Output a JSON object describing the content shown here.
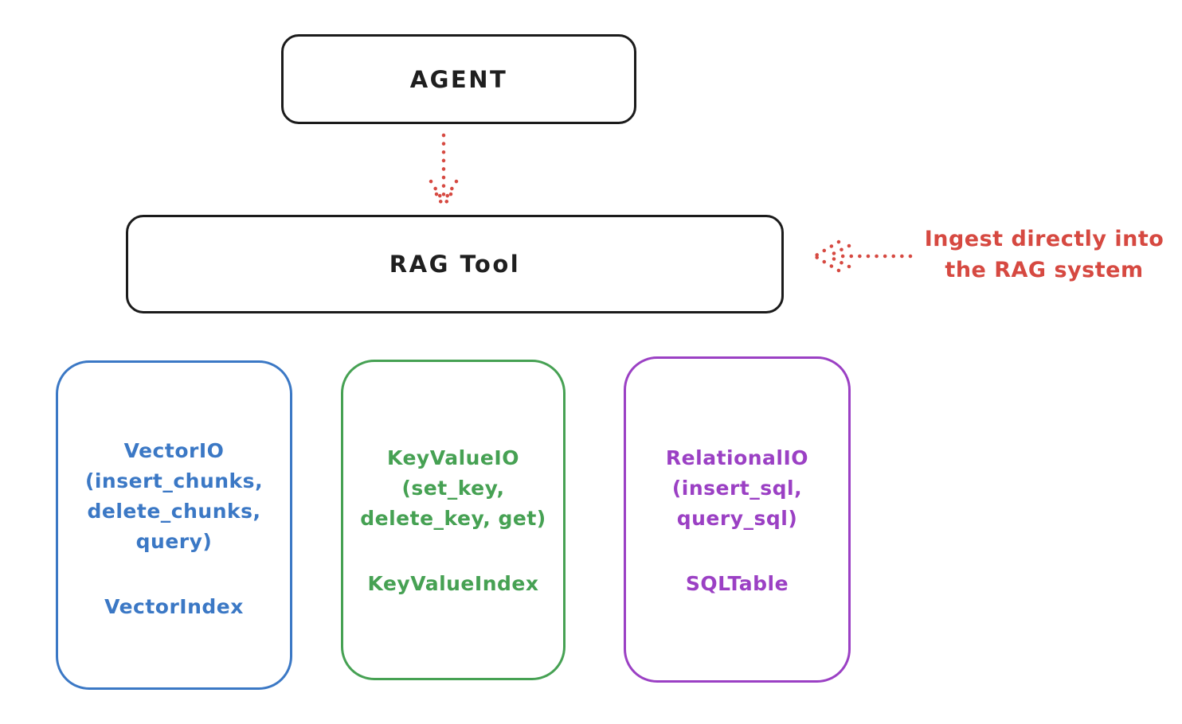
{
  "colors": {
    "ink": "#1b1b1b",
    "red": "#d64941",
    "blue": "#3b78c5",
    "green": "#46a153",
    "purple": "#9b40c4",
    "background": "#ffffff"
  },
  "agent": {
    "label": "AGENT"
  },
  "rag_tool": {
    "label": "RAG Tool"
  },
  "annotation": {
    "lines": [
      "Ingest directly into",
      "the RAG system"
    ]
  },
  "backends": [
    {
      "id": "vector-io",
      "color": "#3b78c5",
      "lines": [
        "VectorIO",
        "(insert_chunks,",
        "delete_chunks,",
        "query)"
      ],
      "index_label": "VectorIndex"
    },
    {
      "id": "keyvalue-io",
      "color": "#46a153",
      "lines": [
        "KeyValueIO",
        "(set_key,",
        "delete_key, get)"
      ],
      "index_label": "KeyValueIndex"
    },
    {
      "id": "relational-io",
      "color": "#9b40c4",
      "lines": [
        "RelationalIO",
        "(insert_sql,",
        "query_sql)"
      ],
      "index_label": "SQLTable"
    }
  ]
}
